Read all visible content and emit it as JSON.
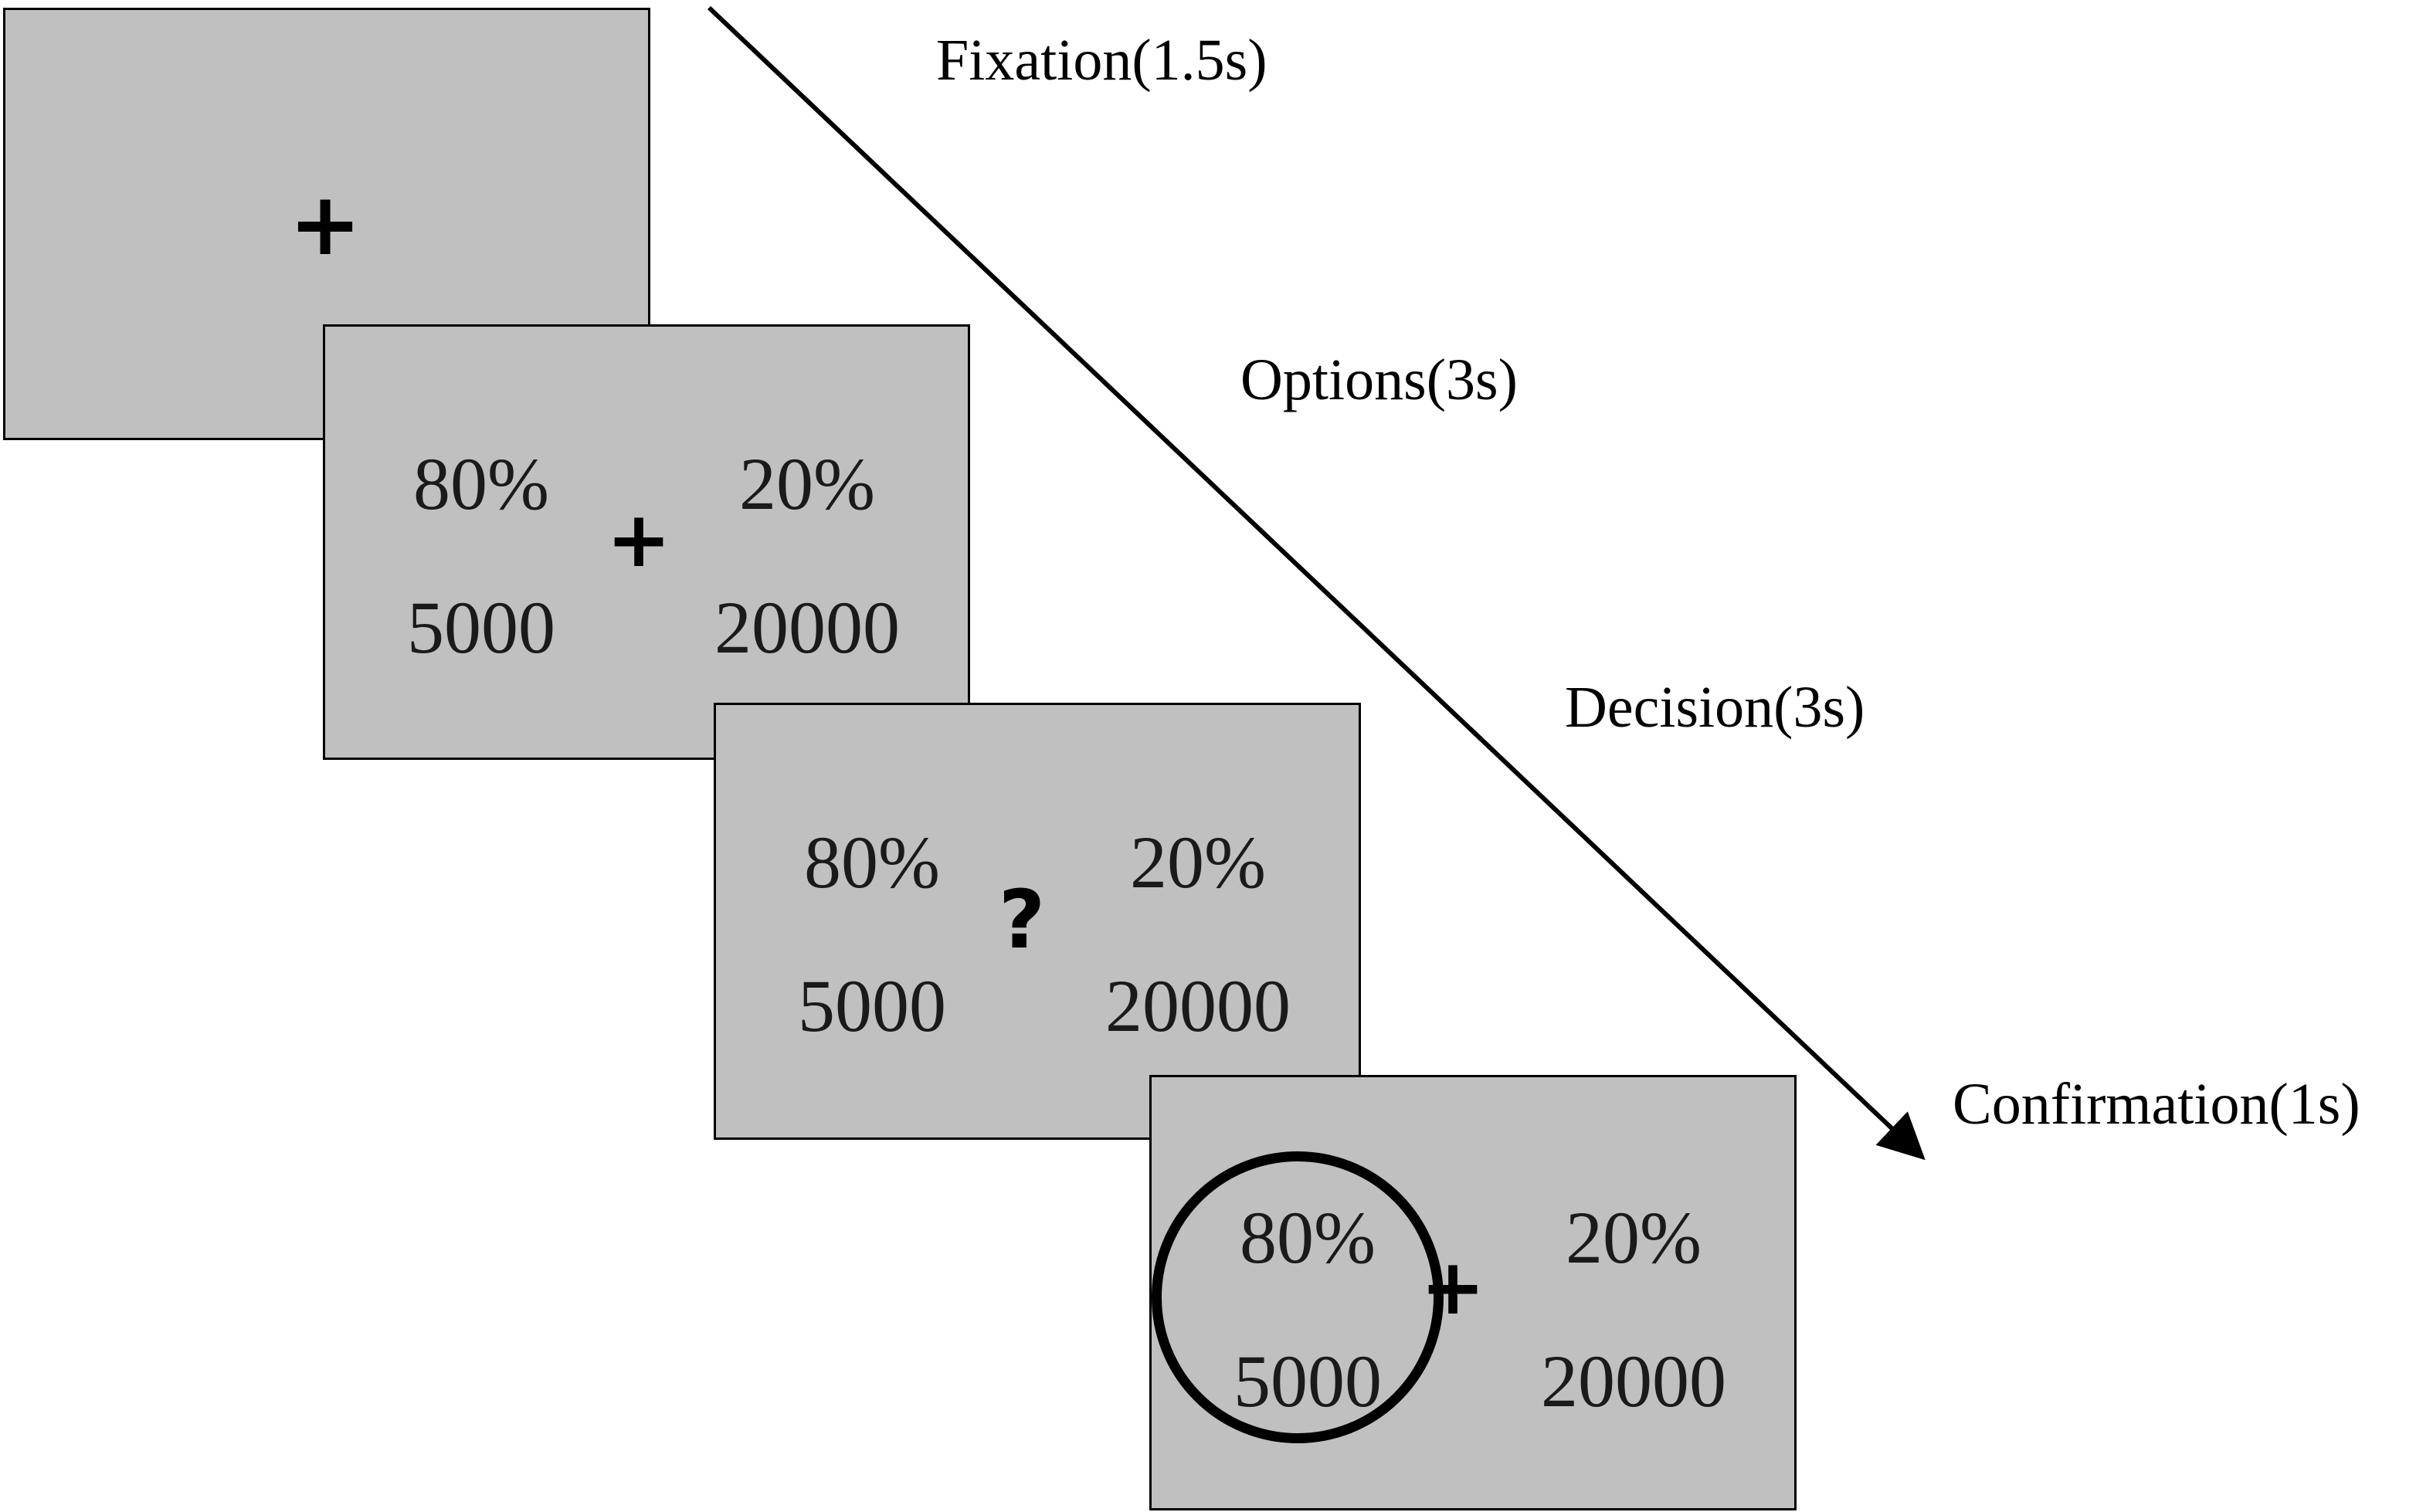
{
  "phases": [
    {
      "label": "Fixation(1.5s)"
    },
    {
      "label": "Options(3s)"
    },
    {
      "label": "Decision(3s)"
    },
    {
      "label": "Confirmation(1s)"
    }
  ],
  "marks": {
    "fixation": "+",
    "decision": "?"
  },
  "options": {
    "left": {
      "probability": "80%",
      "amount": "5000"
    },
    "right": {
      "probability": "20%",
      "amount": "20000"
    }
  },
  "colors": {
    "screen": "#c0c0c0",
    "ink": "#000000"
  },
  "icons": {
    "fixation_cross": "plus-sign",
    "decision_mark": "question-mark",
    "selection": "circle-outline",
    "time_axis": "diagonal-arrow"
  }
}
